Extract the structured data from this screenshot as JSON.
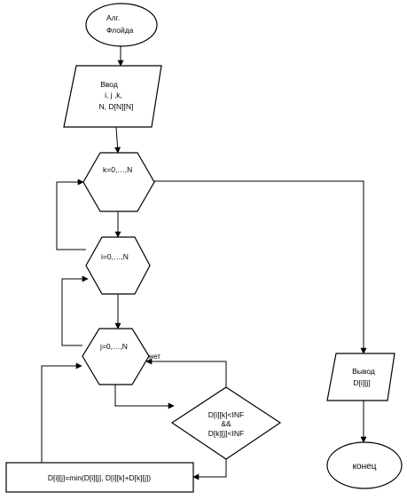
{
  "nodes": {
    "start": {
      "line1": "Алг.",
      "line2": "Флойда"
    },
    "input": {
      "line1": "Ввод",
      "line2": "i, j ,k,",
      "line3": "N, D[N][N]"
    },
    "loop_k": {
      "label": "k=0,…,N"
    },
    "loop_i": {
      "label": "i=0,…,N"
    },
    "loop_j": {
      "label": "j=0,…,N"
    },
    "condition": {
      "line1": "D[i][k]<INF",
      "line2": "&&",
      "line3": "D[k][j]<INF"
    },
    "assign": {
      "label": "D[i][j]=min(D[i][j], D[i][k]+D[k][j])"
    },
    "output": {
      "line1": "Вывод",
      "line2": "D[i][j]"
    },
    "end": {
      "label": "конец"
    }
  },
  "edge_labels": {
    "no": "нет"
  }
}
